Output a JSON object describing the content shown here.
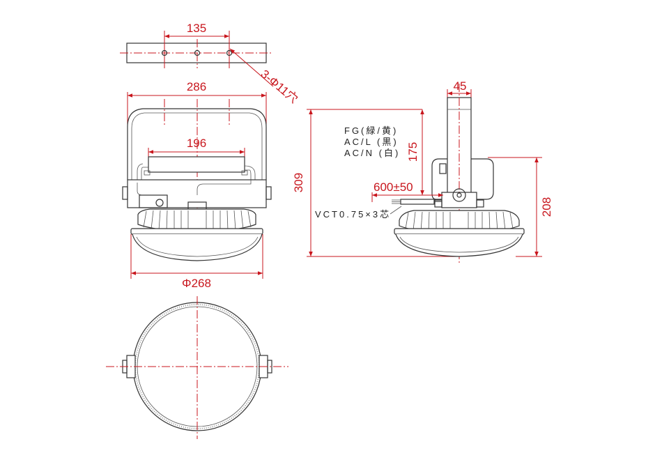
{
  "dimensions": {
    "top_hole_pitch": "135",
    "hole_spec": "3-Φ11穴",
    "width": "286",
    "inner_width": "196",
    "lens_diameter": "Φ268",
    "total_height": "309",
    "pole_width": "45",
    "pole_height": "175",
    "cable_length": "600±50",
    "body_height": "208"
  },
  "notes": {
    "fg": "FG(緑/黄)",
    "acl": "AC/L (黒)",
    "acn": "AC/N (白)",
    "cable": "VCT0.75×3芯"
  },
  "colors": {
    "dimension": "#c8161d",
    "outline": "#333333"
  }
}
